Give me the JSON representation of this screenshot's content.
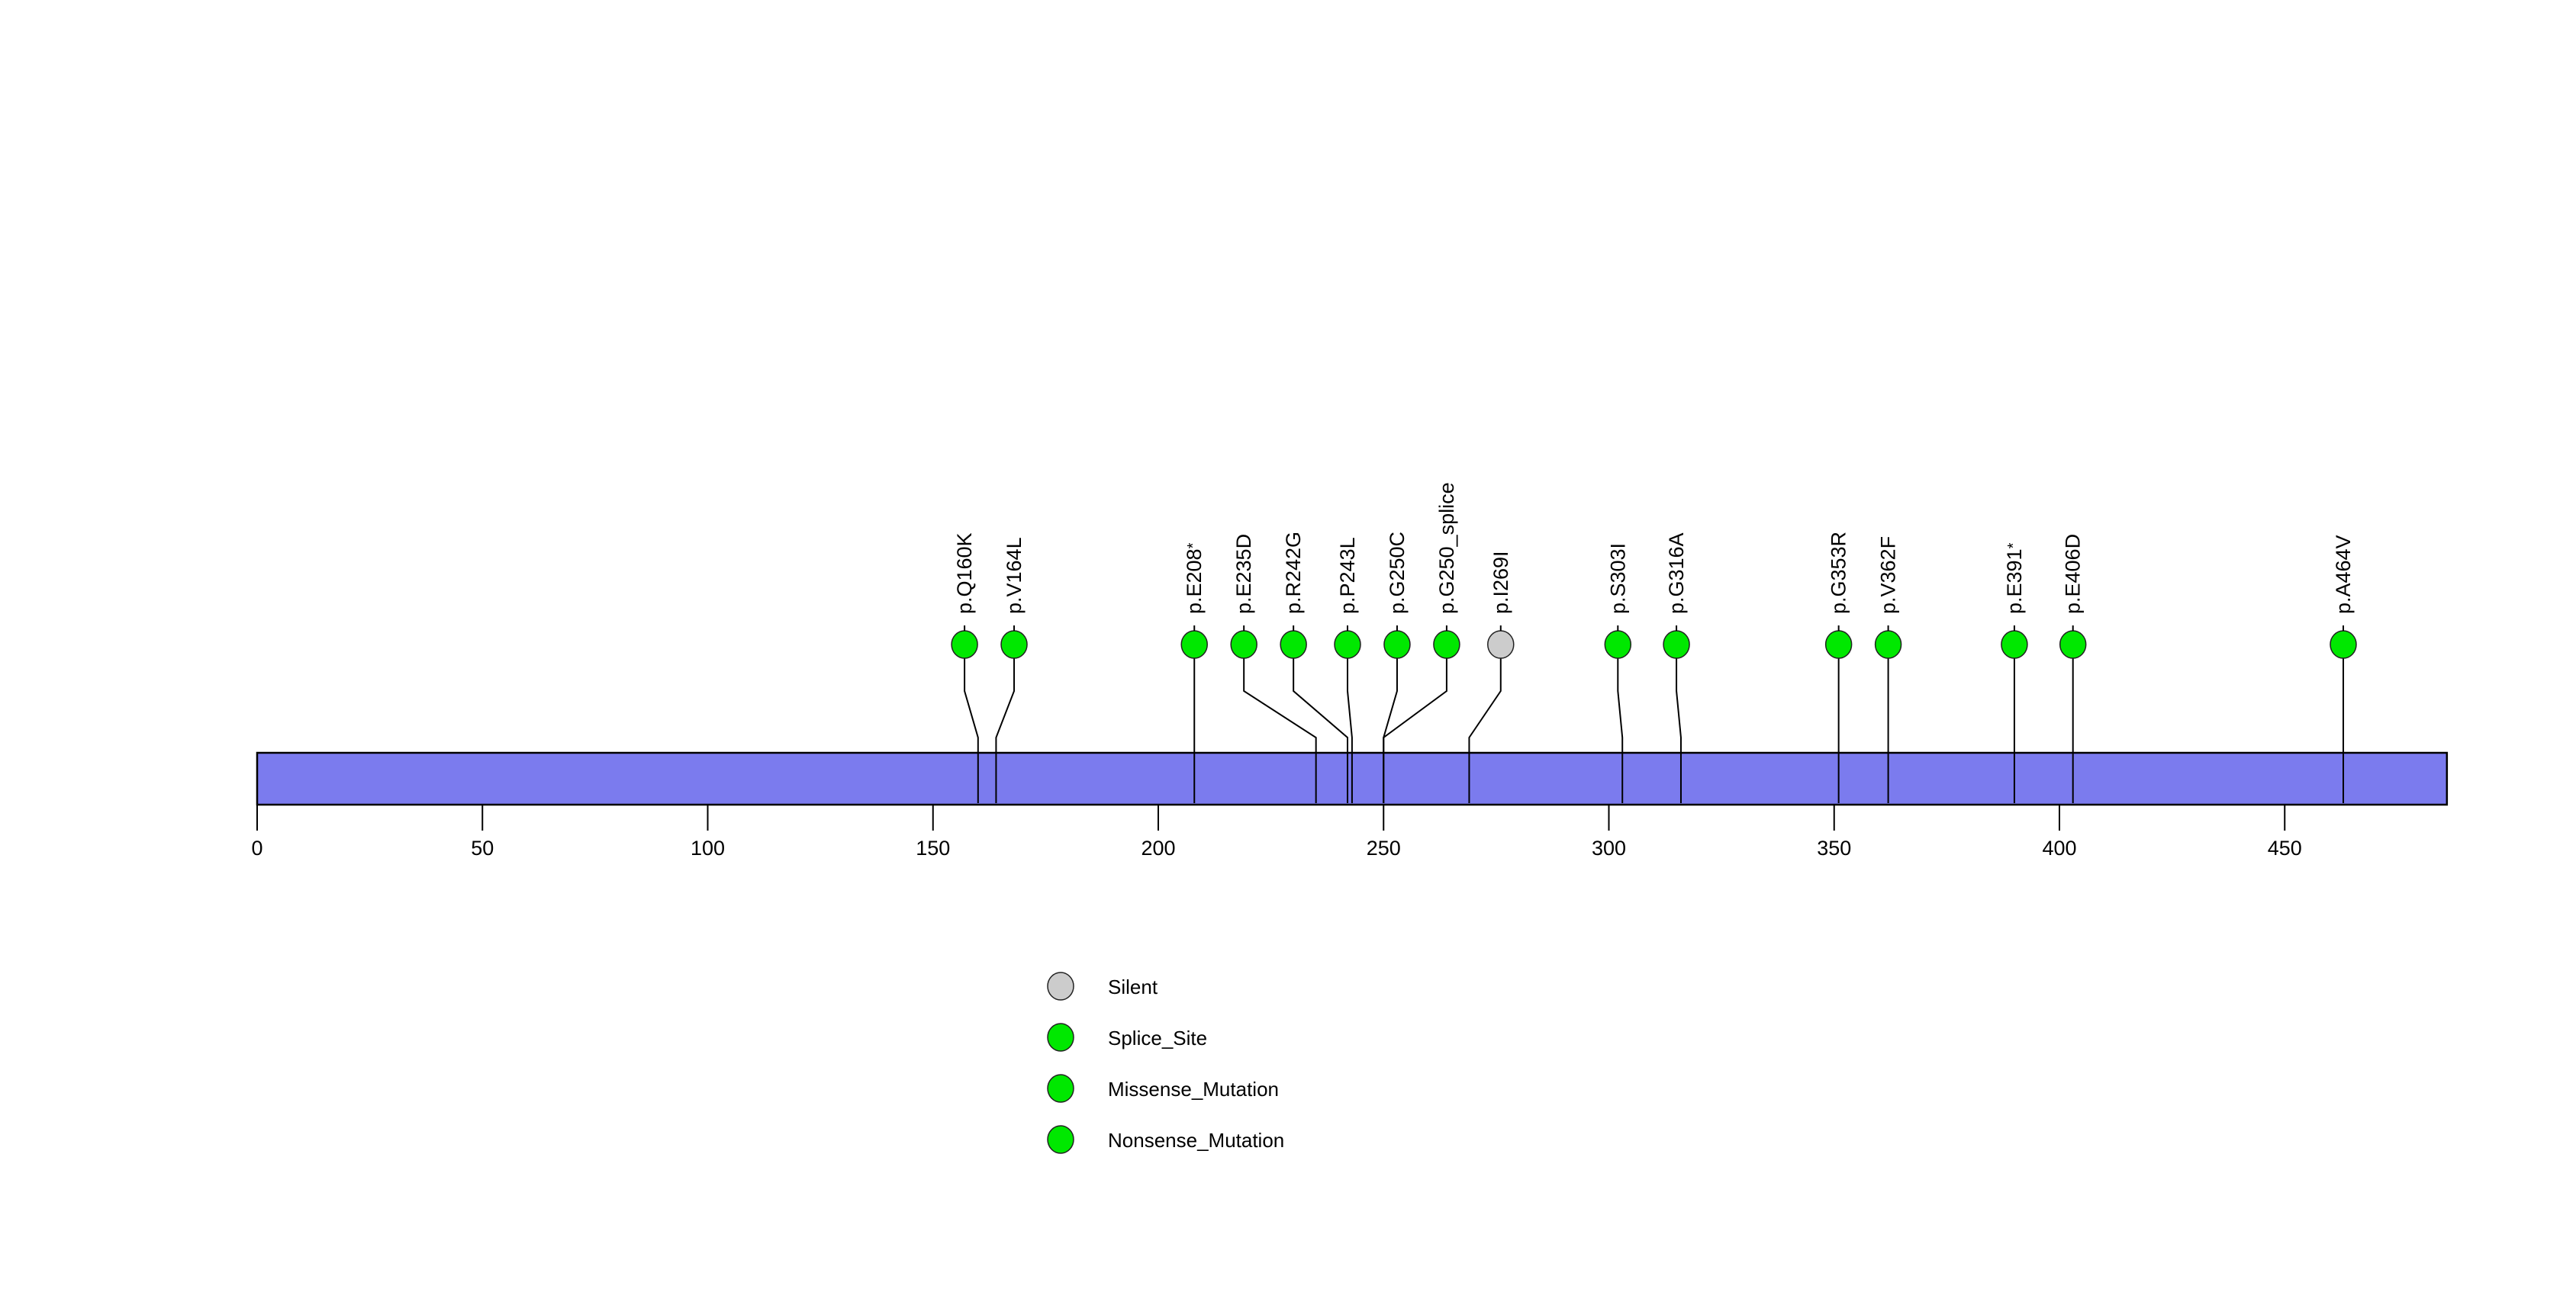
{
  "chart_data": {
    "type": "lollipop",
    "title": "",
    "xlabel": "",
    "ylabel": "",
    "protein_length": 486,
    "xlim": [
      0,
      486
    ],
    "grid": false,
    "axis": {
      "ticks": [
        0,
        50,
        100,
        150,
        200,
        250,
        300,
        350,
        400,
        450
      ],
      "tick_labels": [
        "0",
        "50",
        "100",
        "150",
        "200",
        "250",
        "300",
        "350",
        "400",
        "450"
      ]
    },
    "domain_track": {
      "name": "protein-backbone",
      "color": "#7B7BEE",
      "border": "#000000",
      "start": 0,
      "end": 486
    },
    "mutations": [
      {
        "label": "p.Q160K",
        "position": 160,
        "head_position": 157,
        "type": "Missense_Mutation",
        "color": "#00E800"
      },
      {
        "label": "p.V164L",
        "position": 164,
        "head_position": 168,
        "type": "Missense_Mutation",
        "color": "#00E800"
      },
      {
        "label": "p.E208*",
        "position": 208,
        "head_position": 208,
        "type": "Nonsense_Mutation",
        "color": "#00E800"
      },
      {
        "label": "p.E235D",
        "position": 235,
        "head_position": 219,
        "type": "Missense_Mutation",
        "color": "#00E800"
      },
      {
        "label": "p.R242G",
        "position": 242,
        "head_position": 230,
        "type": "Missense_Mutation",
        "color": "#00E800"
      },
      {
        "label": "p.P243L",
        "position": 243,
        "head_position": 242,
        "type": "Missense_Mutation",
        "color": "#00E800"
      },
      {
        "label": "p.G250C",
        "position": 250,
        "head_position": 253,
        "type": "Missense_Mutation",
        "color": "#00E800"
      },
      {
        "label": "p.G250_splice",
        "position": 250,
        "head_position": 264,
        "type": "Splice_Site",
        "color": "#00E800"
      },
      {
        "label": "p.I269I",
        "position": 269,
        "head_position": 276,
        "type": "Silent",
        "color": "#CCCCCC"
      },
      {
        "label": "p.S303I",
        "position": 303,
        "head_position": 302,
        "type": "Missense_Mutation",
        "color": "#00E800"
      },
      {
        "label": "p.G316A",
        "position": 316,
        "head_position": 315,
        "type": "Missense_Mutation",
        "color": "#00E800"
      },
      {
        "label": "p.G353R",
        "position": 351,
        "head_position": 351,
        "type": "Missense_Mutation",
        "color": "#00E800"
      },
      {
        "label": "p.V362F",
        "position": 362,
        "head_position": 362,
        "type": "Missense_Mutation",
        "color": "#00E800"
      },
      {
        "label": "p.E391*",
        "position": 390,
        "head_position": 390,
        "type": "Nonsense_Mutation",
        "color": "#00E800"
      },
      {
        "label": "p.E406D",
        "position": 403,
        "head_position": 403,
        "type": "Missense_Mutation",
        "color": "#00E800"
      },
      {
        "label": "p.A464V",
        "position": 463,
        "head_position": 463,
        "type": "Missense_Mutation",
        "color": "#00E800"
      }
    ],
    "legend": {
      "position": "bottom-center",
      "entries": [
        {
          "label": "Silent",
          "color": "#CCCCCC"
        },
        {
          "label": "Splice_Site",
          "color": "#00E800"
        },
        {
          "label": "Missense_Mutation",
          "color": "#00E800"
        },
        {
          "label": "Nonsense_Mutation",
          "color": "#00E800"
        }
      ]
    }
  }
}
